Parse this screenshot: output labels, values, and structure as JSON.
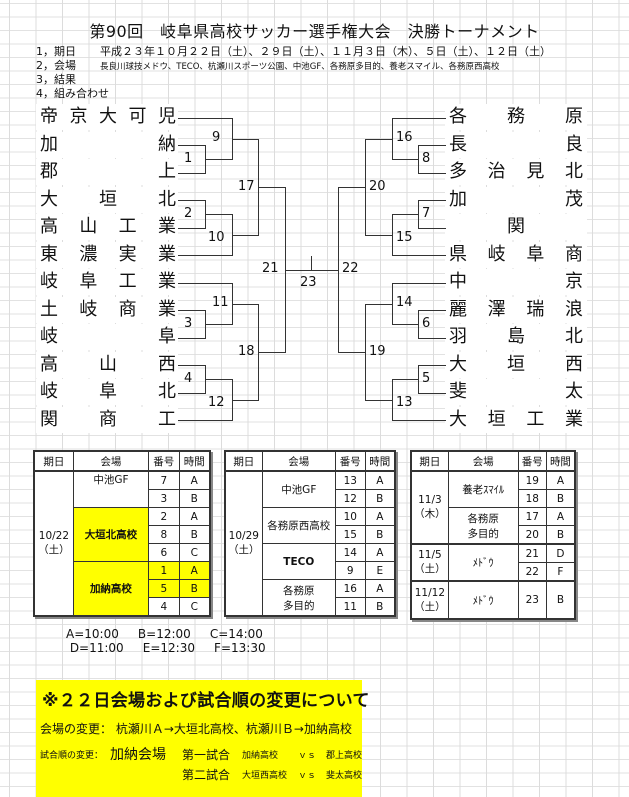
{
  "title": "第90回　岐阜県高校サッカー選手権大会　決勝トーナメント",
  "info": [
    {
      "label": "1，期日",
      "text": "平成２３年１０月２２日（土）、２９日（土）、１１月３日（木）、５日（土）、１２日（土）"
    },
    {
      "label": "2，会場",
      "text": "長良川球技メドウ、TECO、杭瀬川スポーツ公園、中池GF、各務原多目的、養老スマイル、各務原西高校"
    },
    {
      "label": "3，結果",
      "text": ""
    },
    {
      "label": "4，組み合わせ",
      "text": ""
    }
  ],
  "bracket": {
    "left_teams": [
      {
        "chars": [
          "帝",
          "京",
          "大",
          "可",
          "児"
        ]
      },
      {
        "chars": [
          "加",
          "納"
        ]
      },
      {
        "chars": [
          "郡",
          "上"
        ]
      },
      {
        "chars": [
          "大",
          "垣",
          "北"
        ]
      },
      {
        "chars": [
          "高",
          "山",
          "工",
          "業"
        ]
      },
      {
        "chars": [
          "東",
          "濃",
          "実",
          "業"
        ]
      },
      {
        "chars": [
          "岐",
          "阜",
          "工",
          "業"
        ]
      },
      {
        "chars": [
          "土",
          "岐",
          "商",
          "業"
        ]
      },
      {
        "chars": [
          "岐",
          "阜"
        ]
      },
      {
        "chars": [
          "高",
          "山",
          "西"
        ]
      },
      {
        "chars": [
          "岐",
          "阜",
          "北"
        ]
      },
      {
        "chars": [
          "関",
          "商",
          "工"
        ]
      }
    ],
    "right_teams": [
      {
        "chars": [
          "各",
          "務",
          "原"
        ]
      },
      {
        "chars": [
          "長",
          "良"
        ]
      },
      {
        "chars": [
          "多",
          "治",
          "見",
          "北"
        ]
      },
      {
        "chars": [
          "加",
          "茂"
        ]
      },
      {
        "chars": [
          "関"
        ]
      },
      {
        "chars": [
          "県",
          "岐",
          "阜",
          "商"
        ]
      },
      {
        "chars": [
          "中",
          "京"
        ]
      },
      {
        "chars": [
          "麗",
          "澤",
          "瑞",
          "浪"
        ]
      },
      {
        "chars": [
          "羽",
          "島",
          "北"
        ]
      },
      {
        "chars": [
          "大",
          "垣",
          "西"
        ]
      },
      {
        "chars": [
          "斐",
          "太"
        ]
      },
      {
        "chars": [
          "大",
          "垣",
          "工",
          "業"
        ]
      }
    ],
    "match_numbers": {
      "m1": "1",
      "m2": "2",
      "m3": "3",
      "m4": "4",
      "m5": "5",
      "m6": "6",
      "m7": "7",
      "m8": "8",
      "m9": "9",
      "m10": "10",
      "m11": "11",
      "m12": "12",
      "m13": "13",
      "m14": "14",
      "m15": "15",
      "m16": "16",
      "m17": "17",
      "m18": "18",
      "m19": "19",
      "m20": "20",
      "m21": "21",
      "m22": "22",
      "m23": "23"
    }
  },
  "schedule": {
    "headers": {
      "date": "期日",
      "venue": "会場",
      "number": "番号",
      "time": "時間"
    },
    "table1": {
      "date": "10/22",
      "day": "（土）",
      "rows": [
        {
          "venue": "中池GF",
          "number": "7",
          "time": "A"
        },
        {
          "number": "3",
          "time": "B"
        },
        {
          "venue": "大垣北高校",
          "number": "2",
          "time": "A"
        },
        {
          "number": "8",
          "time": "B"
        },
        {
          "number": "6",
          "time": "C"
        },
        {
          "venue": "加納高校",
          "number": "1",
          "time": "A"
        },
        {
          "number": "5",
          "time": "B"
        },
        {
          "number": "4",
          "time": "C"
        }
      ]
    },
    "table2": {
      "date": "10/29",
      "day": "（土）",
      "rows": [
        {
          "venue": "中池GF",
          "number": "13",
          "time": "A"
        },
        {
          "number": "12",
          "time": "B"
        },
        {
          "venue": "各務原西高校",
          "number": "10",
          "time": "A"
        },
        {
          "number": "15",
          "time": "B"
        },
        {
          "venue": "TECO",
          "number": "14",
          "time": "A"
        },
        {
          "number": "9",
          "time": "E"
        },
        {
          "venue": "各務原",
          "venue2": "多目的",
          "number": "16",
          "time": "A"
        },
        {
          "number": "11",
          "time": "B"
        }
      ]
    },
    "table3": {
      "groups": [
        {
          "date": "11/3",
          "day": "（木）"
        },
        {
          "date": "11/5",
          "day": "（土）"
        },
        {
          "date": "11/12",
          "day": "（土）"
        }
      ],
      "rows": [
        {
          "venue": "養老ｽﾏｲﾙ",
          "number": "19",
          "time": "A"
        },
        {
          "number": "18",
          "time": "B"
        },
        {
          "venue": "各務原",
          "venue2": "多目的",
          "number": "17",
          "time": "A"
        },
        {
          "number": "20",
          "time": "B"
        },
        {
          "venue": "ﾒﾄﾞｳ",
          "number": "21",
          "time": "D"
        },
        {
          "number": "22",
          "time": "F"
        },
        {
          "venue": "ﾒﾄﾞｳ",
          "number": "23",
          "time": "B"
        }
      ]
    }
  },
  "time_legend": {
    "line1": "A=10:00     B=12:00     C=14:00",
    "line2": " D=11:00     E=12:30     F=13:30"
  },
  "notice": {
    "heading": "※２２日会場および試合順の変更について",
    "venue_change_label": "会場の変更：",
    "venue_change_text": "杭瀬川Ａ→大垣北高校、杭瀬川Ｂ→加納高校",
    "order_change_label": "試合順の変更：",
    "order_venue": "加納会場",
    "game1_label": "第一試合",
    "game1_home": "加納高校",
    "game1_vs": "ｖｓ",
    "game1_away": "郡上高校",
    "game2_label": "第二試合",
    "game2_home": "大垣西高校",
    "game2_vs": "ｖｓ",
    "game2_away": "斐太高校"
  },
  "colors": {
    "highlight": "#ffff00",
    "line": "#333333",
    "grid": "#dcdcdc"
  }
}
